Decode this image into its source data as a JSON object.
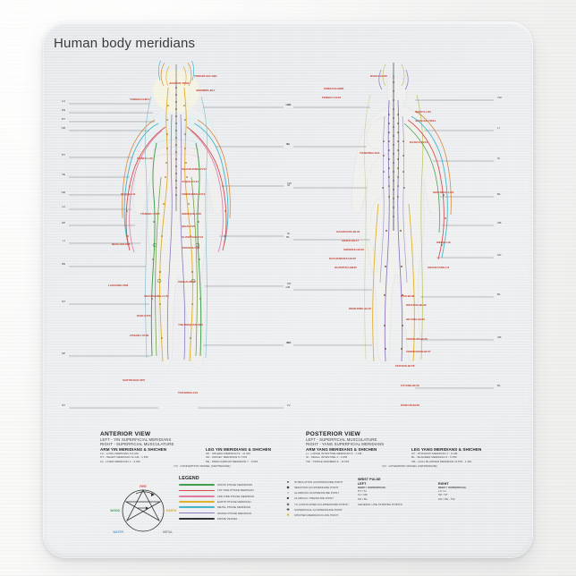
{
  "product": {
    "type": "mousepad",
    "surface_color": "#e9ebee",
    "desk_color": "#f6f6f5"
  },
  "poster": {
    "title": "Human body meridians",
    "background": "#ededef"
  },
  "views": [
    {
      "key": "anterior",
      "title": "ANTERIOR VIEW",
      "sub1": "LEFT - YIN SUPERFICIAL MERIDIANS",
      "sub2": "RIGHT - SUPERFICIAL MUSCULATURE",
      "col1_head": "ARM YIN MERIDIANS & SHICHEN",
      "col1_items": [
        "LU - LUNG MERIDIAN  3-5 AM",
        "HT - HEART MERIDIAN  11 AM - 1 PM",
        "LV - LIVER MERIDIAN  1 - 3 AM"
      ],
      "col2_head": "LEG YIN MERIDIANS & SHICHEN",
      "col2_items": [
        "SP - SPLEEN MERIDIAN  9 - 11 AM",
        "KD - KIDNEY MERIDIAN  5-7 PM",
        "PE - PERICARDIUM MERIDIAN  7 - 9 PM"
      ],
      "footer": "CV - CONCEPTION VESSEL (CENTERLINE)"
    },
    {
      "key": "posterior",
      "title": "POSTERIOR VIEW",
      "sub1": "LEFT - SUPERFICIAL MUSCULATURE",
      "sub2": "RIGHT - YANG SUPERFICIAL MERIDIANS",
      "col1_head": "ARM YANG MERIDIANS & SHICHEN",
      "col1_items": [
        "LI - LARGE INTESTINE MERIDIAN  5 - 7 AM",
        "SI - SMALL INTESTINE  1 - 3 PM",
        "TW - TRIPLE WARMER  9 - 11 PM"
      ],
      "col2_head": "LEG YANG MERIDIANS & SHICHEN",
      "col2_items": [
        "ST - STOMACH MERIDIAN  7 - 9 AM",
        "BL - BLADDER MERIDIAN  3 - 5 PM",
        "GB - GALL BLADDER MERIDIAN  11 PM - 1 AM"
      ],
      "footer": "GV - GOVERNING VESSEL (CENTERLINE)"
    }
  ],
  "legend": {
    "title": "LEGEND",
    "lines": [
      {
        "label": "WOOD PHASE MERIDIANS",
        "color": "#3f9f4d"
      },
      {
        "label": "1ST FIRE PHASE MERIDIAN",
        "color": "#d94b4b"
      },
      {
        "label": "2ND FIRE PHASE MERIDIAN",
        "color": "#e07ba0"
      },
      {
        "label": "EARTH PHASE MERIDIAN",
        "color": "#e0b230"
      },
      {
        "label": "METAL PHASE MERIDIAN",
        "color": "#46b6c9"
      },
      {
        "label": "WATER PHASE MERIDIAN",
        "color": "#8e79c0"
      },
      {
        "label": "PRIME VESSEL",
        "color": "#333333"
      }
    ],
    "symbols": [
      {
        "glyph": "●",
        "label": "STIMULATION ACUPRESSURE POINT",
        "color": "#2e2e30"
      },
      {
        "glyph": "◆",
        "label": "SEDATION ACUPRESSURE POINT",
        "color": "#2e2e30"
      },
      {
        "glyph": "○",
        "label": "ALARM MU  ACUPRESSURE POINT",
        "color": "#2e2e30"
      },
      {
        "glyph": "■",
        "label": "ALARM AC. PRESSURE POINT",
        "color": "#2e2e30"
      },
      {
        "glyph": "◈",
        "label": "YU (ASSOCIATED ACUPRESSURE POINT)",
        "color": "#2e2e30"
      },
      {
        "glyph": "✚",
        "label": "SUPERFICIAL ACUPRESSURE POINT",
        "color": "#2e2e30"
      },
      {
        "glyph": "✸",
        "label": "SHICHEN MERIDIAN FLOW POINT",
        "color": "#2e2e30"
      }
    ],
    "shichen_note": "SHICHEN (DAILY 12 HOUR VITAL ENERGY FLOW)"
  },
  "pentagram": {
    "labels": [
      {
        "text": "FIRE",
        "color": "#d94b4b"
      },
      {
        "text": "EARTH",
        "color": "#d4a52a"
      },
      {
        "text": "METAL",
        "color": "#8a8d92"
      },
      {
        "text": "WATER",
        "color": "#6fa0cf"
      },
      {
        "text": "WOOD",
        "color": "#3f9f4d"
      }
    ]
  },
  "wrist_pulse": {
    "title": "WRIST PULSE",
    "left_head": "LEFT",
    "right_head": "RIGHT",
    "left_sub": "DEEP / SUPERFICIAL",
    "right_sub": "DEEP / SUPERFICIAL",
    "left_rows": [
      "HT / SI",
      "LV / GB",
      "KD / BL"
    ],
    "right_rows": [
      "LU / LI",
      "SP / ST",
      "KD / PE - TW"
    ],
    "footer": "GENERAL USE STRIKING POINTS"
  },
  "anterior_point_labels": [
    "TONGZILIAO-GB1",
    "JIAOSUN-TW20",
    "JINGMING-BL1",
    "YANGBAI-GB14",
    "JIACHE-ST6",
    "TIANFU-LU3",
    "QUCHI-LI11",
    "NEIGUAN-PE6",
    "LAOGONG-PE8",
    "SHAOSHANG-LU11",
    "SHANZHONG-CV17",
    "JUQUE-CV14",
    "ZHONGWAN-CV12",
    "SHENQUE-CV8",
    "TIANSHU-ST25",
    "QIHAI-CV6",
    "GUANYUAN-CV4",
    "ZHONGJI-CV3",
    "XUEHAI-SP10",
    "DUBI-ST35",
    "YINLINGQUAN-SP9",
    "ZUSANLI-ST36",
    "SANYINJIAO-SP6",
    "TAICHONG-LV3"
  ],
  "posterior_point_labels": [
    "BAIHUI-GV20",
    "FENGCHI-GB20",
    "FENGFU-GV16",
    "JIANYU-LI15",
    "JIANLIAO-TW14",
    "DAZHUI-GV14",
    "TIANZONG-SI11",
    "SHOUWULI-LI13",
    "GAOHUANG-BL43",
    "GESHU-BL17",
    "SHENSHU-BL23",
    "DACHANGSHU-BL25",
    "HUANTIAO-GB30",
    "WEIQU-LI8",
    "SHANGYANG-LI1",
    "FUXI-BL38",
    "WEIYANG-BL39",
    "WEIZHONG-BL40",
    "HEYANG-BL55",
    "CHENGJIN-BL56",
    "CHENGSHAN-BL57",
    "FEIYANG-BL58",
    "FUYANG-BL59",
    "KUNLUN-BL60"
  ],
  "axis_tick_labels": {
    "anterior_left": [
      "GB",
      "CV",
      "BL",
      "GB",
      "LI",
      "LU",
      "HT",
      "KD",
      "HT",
      "TE",
      "GB",
      "LV",
      "SP"
    ],
    "posterior_right": [
      "TW",
      "LI",
      "SI",
      "BL",
      "GB",
      "KD",
      "BL",
      "ST",
      "GB",
      "BL"
    ]
  }
}
